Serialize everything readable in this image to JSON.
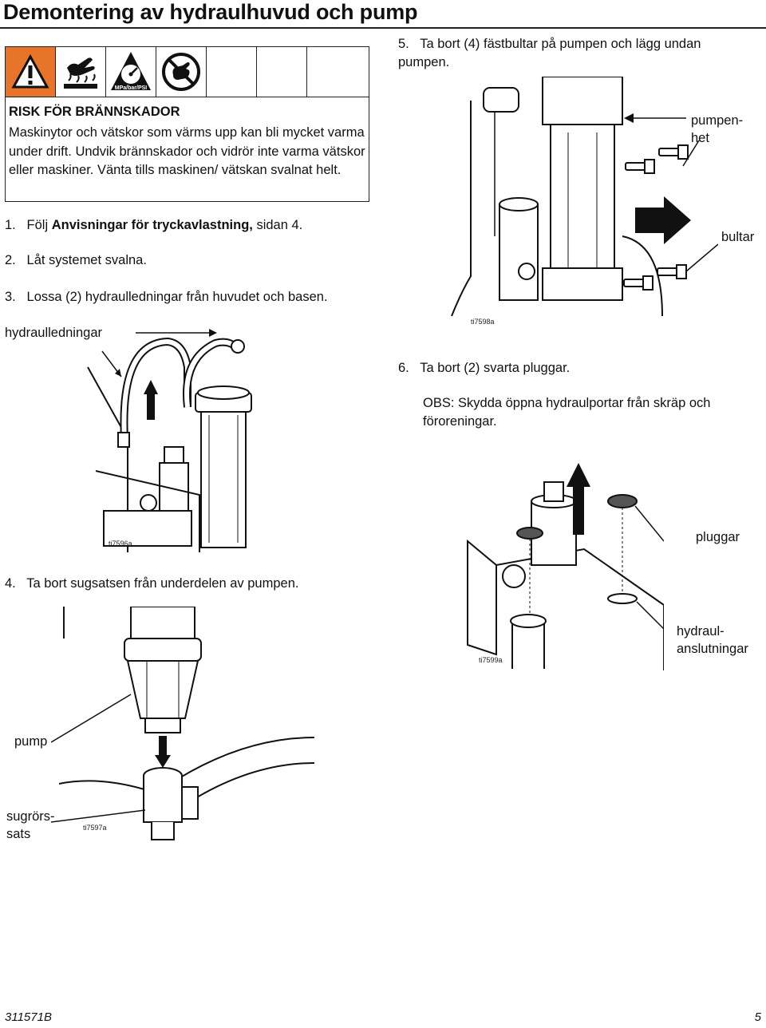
{
  "page": {
    "title": "Demontering av hydraulhuvud och pump",
    "footer_left": "311571B",
    "footer_right": "5"
  },
  "warning": {
    "icons": [
      "warning-triangle-icon",
      "hot-surface-icon",
      "pressure-gauge-icon",
      "no-touch-icon"
    ],
    "gauge_label": "MPa/bar/PSI",
    "heading": "RISK FÖR BRÄNNSKADOR",
    "body": "Maskinytor och vätskor som värms upp kan bli mycket varma under drift. Undvik brännskador och vidrör inte varma vätskor eller maskiner. Vänta tills maskinen/ vätskan svalnat helt."
  },
  "steps": {
    "s1": {
      "num": "1.",
      "pre": "Följ ",
      "bold": "Anvisningar för tryckavlastning,",
      "post": " sidan 4."
    },
    "s2": {
      "num": "2.",
      "text": "Låt systemet svalna."
    },
    "s3": {
      "num": "3.",
      "text": "Lossa (2) hydraulledningar från huvudet och basen."
    },
    "s4": {
      "num": "4.",
      "text": "Ta bort sugsatsen från underdelen av pumpen."
    },
    "s5": {
      "num": "5.",
      "text": "Ta bort (4) fästbultar på pumpen och lägg undan pumpen."
    },
    "s6": {
      "num": "6.",
      "text": "Ta bort (2) svarta pluggar."
    },
    "note": "OBS: Skydda öppna hydraulportar från skräp och föroreningar."
  },
  "figures": {
    "fig_hoses": {
      "code": "ti7596a",
      "callout": "hydraulledningar"
    },
    "fig_suction": {
      "code": "ti7597a",
      "callout_pump": "pump",
      "callout_suction_1": "sugrörs-",
      "callout_suction_2": "sats"
    },
    "fig_pump": {
      "code": "ti7598a",
      "callout_pump_1": "pumpen-",
      "callout_pump_2": "het",
      "callout_bolts": "bultar"
    },
    "fig_plugs": {
      "code": "ti7599a",
      "callout_plugs": "pluggar",
      "callout_conn_1": "hydraul-",
      "callout_conn_2": "anslutningar"
    }
  }
}
